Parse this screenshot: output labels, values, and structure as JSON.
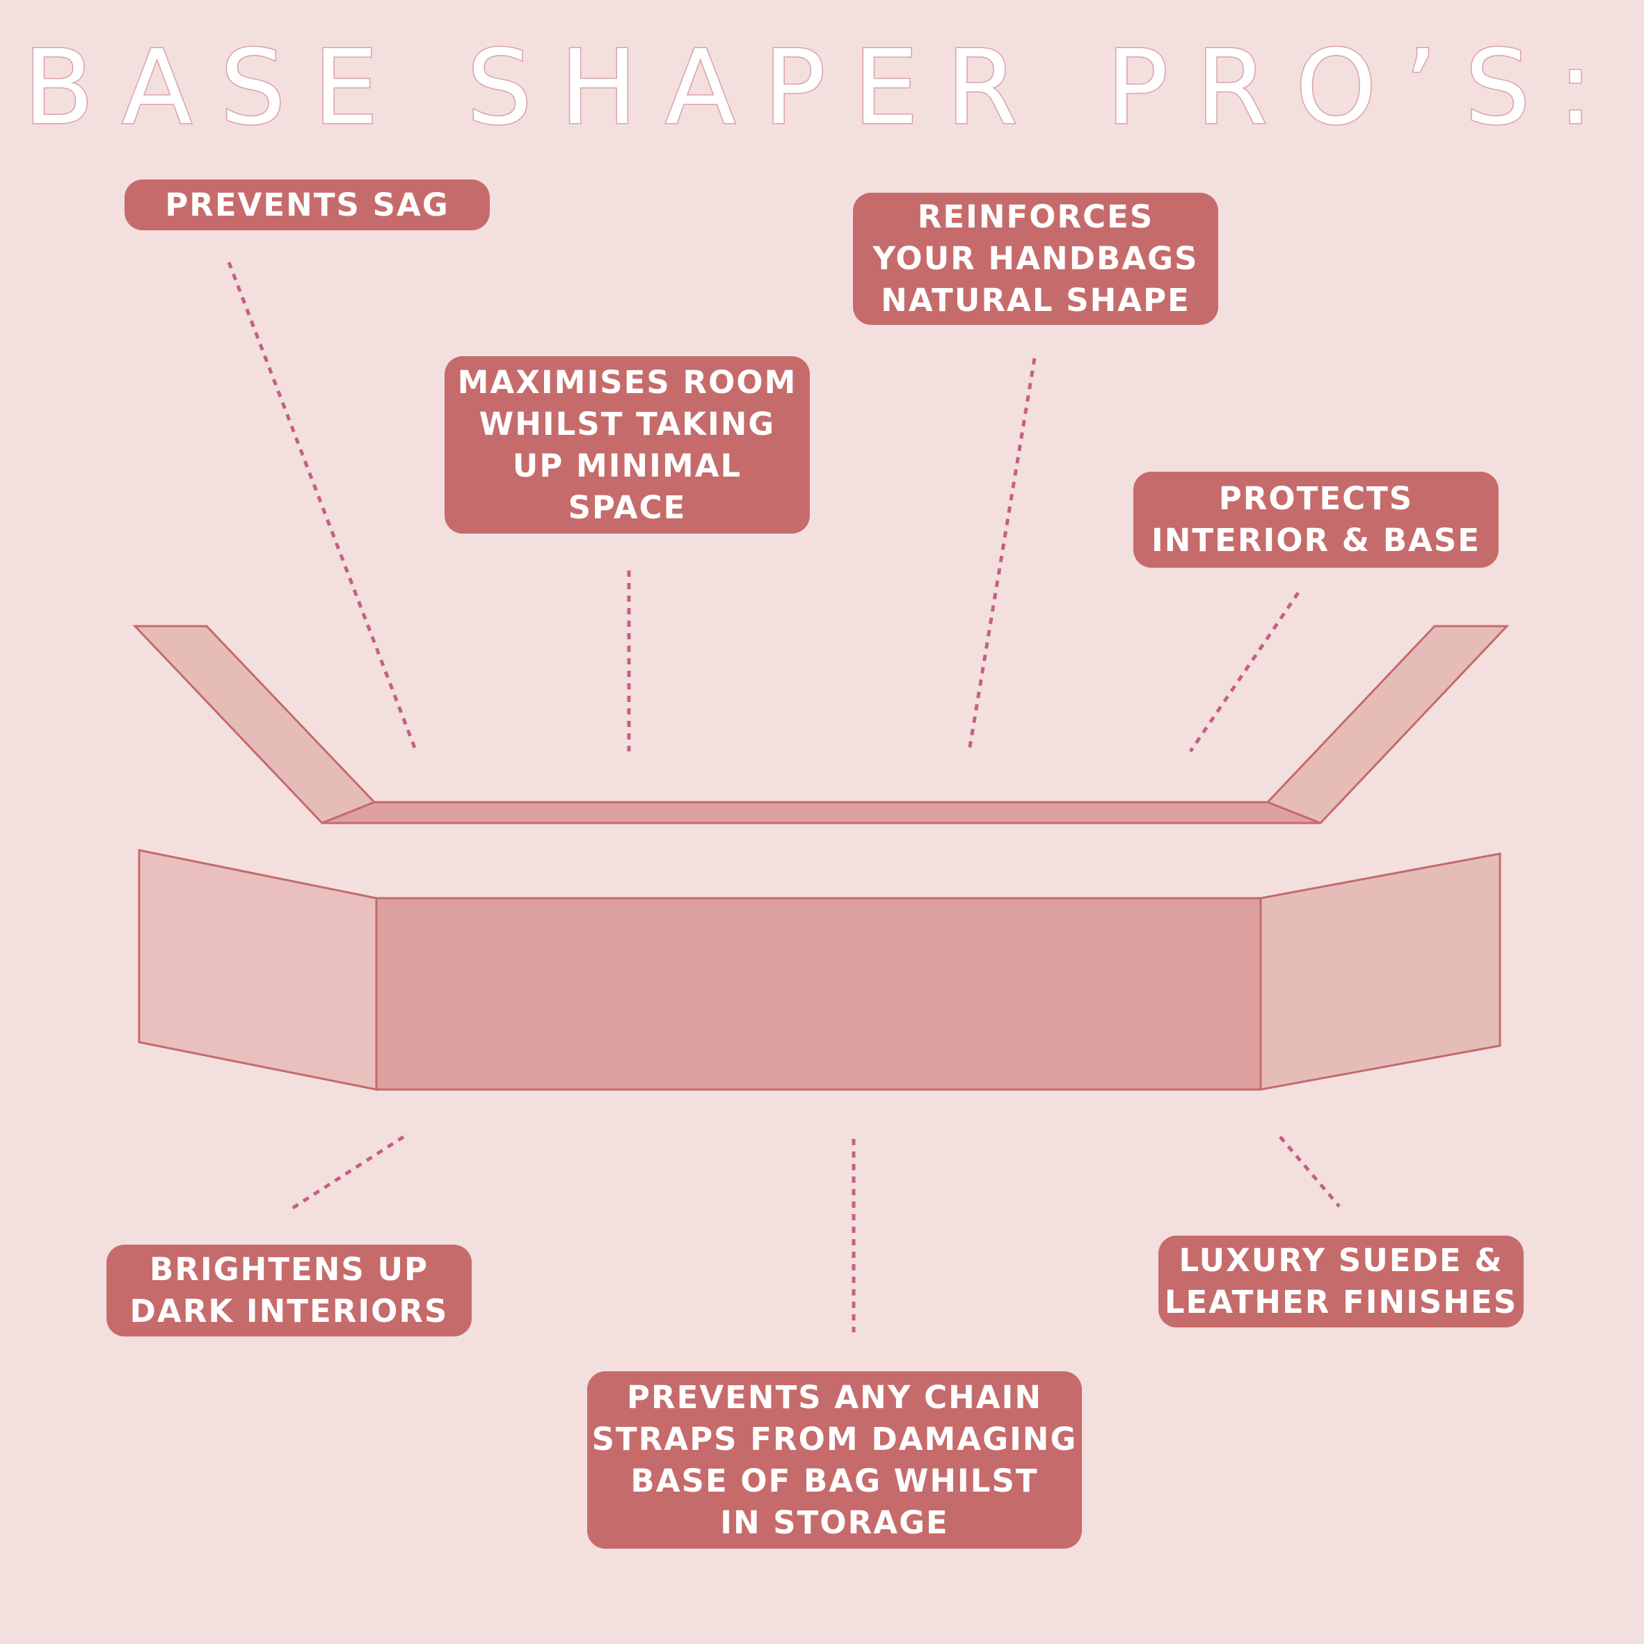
{
  "title": "BASE SHAPER PRO’S:",
  "colors": {
    "background": "#f4dfdf",
    "label_fill": "#c66b6b",
    "label_text": "#ffffff",
    "leader_line": "#c4627e",
    "shape_outline": "#c46a6a",
    "panel_light": "#e6bcb8",
    "panel_mid": "#dea09e",
    "panel_side": "#e9c0bd"
  },
  "labels": {
    "prevents_sag": [
      "PREVENTS SAG"
    ],
    "reinforces": [
      "REINFORCES",
      "YOUR HANDBAGS",
      "NATURAL SHAPE"
    ],
    "maximises": [
      "MAXIMISES ROOM",
      "WHILST TAKING",
      "UP MINIMAL",
      "SPACE"
    ],
    "protects": [
      "PROTECTS",
      "INTERIOR & BASE"
    ],
    "brightens": [
      "BRIGHTENS UP",
      "DARK INTERIORS"
    ],
    "luxury": [
      "LUXURY SUEDE &",
      "LEATHER FINISHES"
    ],
    "chain_straps": [
      "PREVENTS ANY CHAIN",
      "STRAPS FROM DAMAGING",
      "BASE OF BAG WHILST",
      "IN STORAGE"
    ]
  }
}
